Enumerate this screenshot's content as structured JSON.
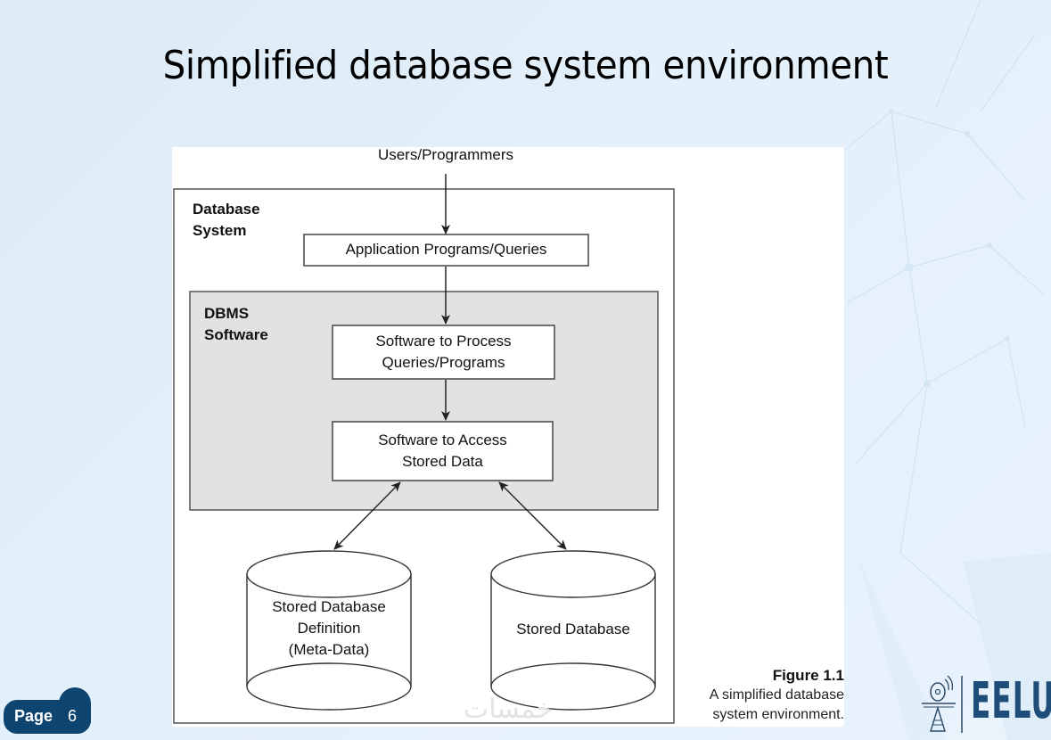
{
  "slide": {
    "title": "Simplified database system environment",
    "page_label": "Page",
    "page_number": "6",
    "logo_text": "EELU",
    "watermark": "خمسات"
  },
  "diagram": {
    "users_label": "Users/Programmers",
    "database_system": {
      "line1": "Database",
      "line2": "System"
    },
    "app_programs": "Application Programs/Queries",
    "dbms_software": {
      "line1": "DBMS",
      "line2": "Software"
    },
    "process_box": {
      "line1": "Software to Process",
      "line2": "Queries/Programs"
    },
    "access_box": {
      "line1": "Software to Access",
      "line2": "Stored Data"
    },
    "meta_db": {
      "line1": "Stored Database",
      "line2": "Definition",
      "line3": "(Meta-Data)"
    },
    "stored_db": "Stored Database",
    "colors": {
      "dbms_fill": "#e2e2e2",
      "line": "#333333"
    }
  },
  "caption": {
    "figure_number": "Figure 1.1",
    "line1": "A simplified database",
    "line2": "system environment."
  }
}
